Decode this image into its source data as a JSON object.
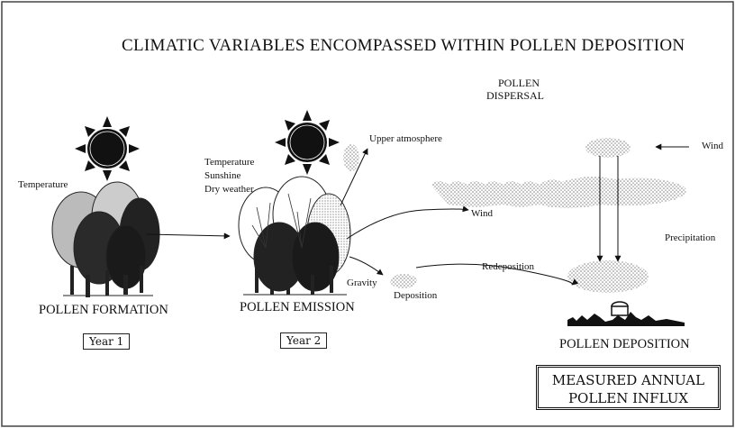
{
  "title": "CLIMATIC VARIABLES ENCOMPASSED WITHIN POLLEN DEPOSITION",
  "labels": {
    "pollen_dispersal_1": "POLLEN",
    "pollen_dispersal_2": "DISPERSAL",
    "temperature_1": "Temperature",
    "temp_group_1": "Temperature",
    "temp_group_2": "Sunshine",
    "temp_group_3": "Dry weather",
    "upper_atmosphere": "Upper atmosphere",
    "wind_mid": "Wind",
    "wind_right": "Wind",
    "precipitation": "Precipitation",
    "redeposition": "Redeposition",
    "gravity": "Gravity",
    "deposition": "Deposition",
    "pollen_formation": "POLLEN FORMATION",
    "pollen_emission": "POLLEN EMISSION",
    "pollen_deposition": "POLLEN DEPOSITION",
    "year1": "Year 1",
    "year2": "Year 2",
    "measured_1": "MEASURED ANNUAL",
    "measured_2": "POLLEN  INFLUX"
  },
  "icons": [
    "sun-icon",
    "tree-icon",
    "pollen-cloud-icon",
    "arrow-icon"
  ]
}
